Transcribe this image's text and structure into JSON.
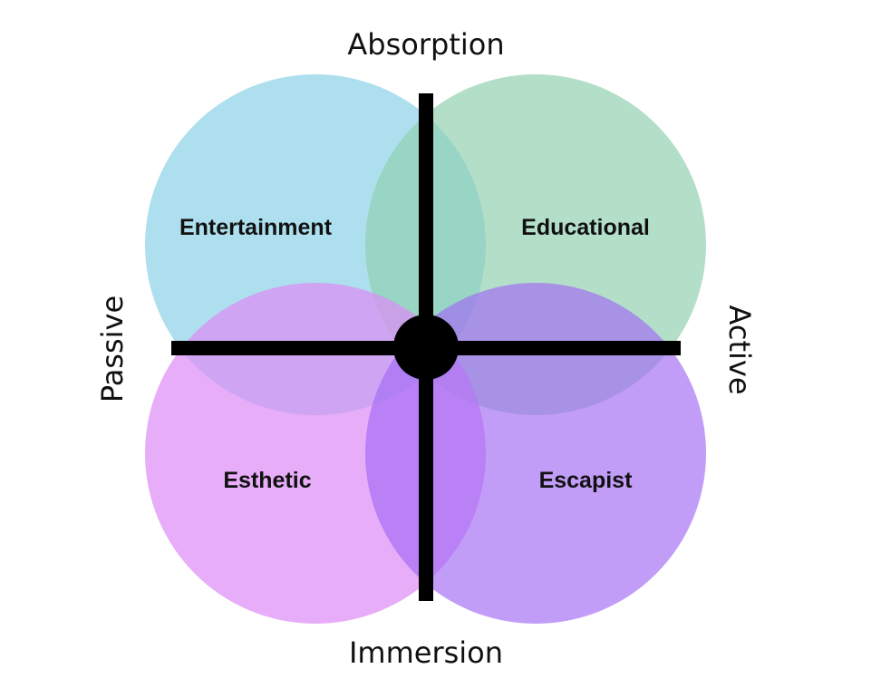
{
  "diagram": {
    "axes": {
      "top": "Absorption",
      "bottom": "Immersion",
      "left": "Passive",
      "right": "Active"
    },
    "quadrants": {
      "top_left": {
        "label": "Entertainment",
        "color": "#8fd3e8"
      },
      "top_right": {
        "label": "Educational",
        "color": "#8fd0b0"
      },
      "bottom_left": {
        "label": "Esthetic",
        "color": "#dd8af5"
      },
      "bottom_right": {
        "label": "Escapist",
        "color": "#a36bf5"
      }
    },
    "cross_color": "#000000"
  }
}
